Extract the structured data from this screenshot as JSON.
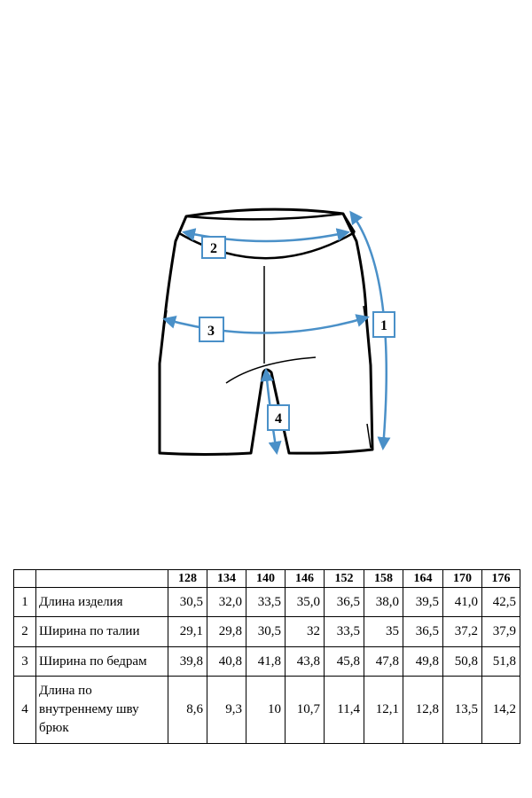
{
  "diagram": {
    "markers": [
      {
        "id": "1",
        "meaning": "Длина изделия"
      },
      {
        "id": "2",
        "meaning": "Ширина по талии"
      },
      {
        "id": "3",
        "meaning": "Ширина по бедрам"
      },
      {
        "id": "4",
        "meaning": "Длина по внутреннему шву брюк"
      }
    ],
    "colors": {
      "arrow": "#4a90c8",
      "outline": "#000000",
      "label_border": "#4a90c8"
    }
  },
  "table": {
    "sizes": [
      "128",
      "134",
      "140",
      "146",
      "152",
      "158",
      "164",
      "170",
      "176"
    ],
    "rows": [
      {
        "num": "1",
        "name": "Длина изделия",
        "values": [
          "30,5",
          "32,0",
          "33,5",
          "35,0",
          "36,5",
          "38,0",
          "39,5",
          "41,0",
          "42,5"
        ]
      },
      {
        "num": "2",
        "name": "Ширина по талии",
        "values": [
          "29,1",
          "29,8",
          "30,5",
          "32",
          "33,5",
          "35",
          "36,5",
          "37,2",
          "37,9"
        ]
      },
      {
        "num": "3",
        "name": "Ширина по бедрам",
        "values": [
          "39,8",
          "40,8",
          "41,8",
          "43,8",
          "45,8",
          "47,8",
          "49,8",
          "50,8",
          "51,8"
        ]
      },
      {
        "num": "4",
        "name": "Длина по внутреннему шву брюк",
        "values": [
          "8,6",
          "9,3",
          "10",
          "10,7",
          "11,4",
          "12,1",
          "12,8",
          "13,5",
          "14,2"
        ]
      }
    ]
  }
}
